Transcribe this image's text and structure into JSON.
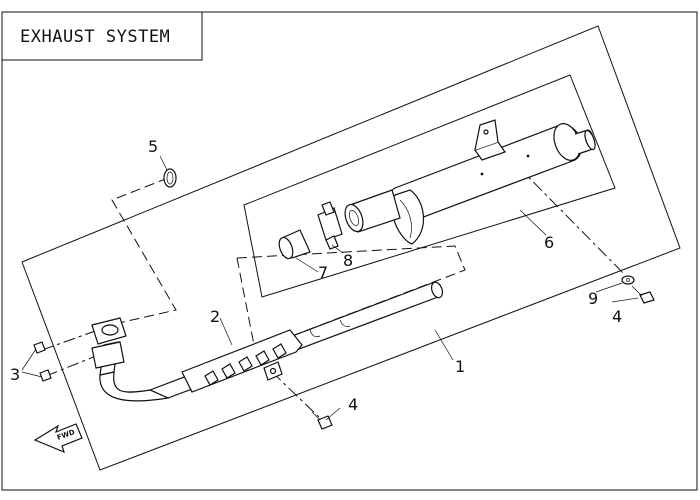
{
  "diagram": {
    "title": "EXHAUST SYSTEM",
    "fwd_label": "FWD",
    "callouts": [
      {
        "id": "1",
        "label": "1"
      },
      {
        "id": "2",
        "label": "2"
      },
      {
        "id": "3",
        "label": "3"
      },
      {
        "id": "4a",
        "label": "4"
      },
      {
        "id": "4b",
        "label": "4"
      },
      {
        "id": "5",
        "label": "5"
      },
      {
        "id": "6",
        "label": "6"
      },
      {
        "id": "7",
        "label": "7"
      },
      {
        "id": "8",
        "label": "8"
      },
      {
        "id": "9",
        "label": "9"
      }
    ]
  }
}
